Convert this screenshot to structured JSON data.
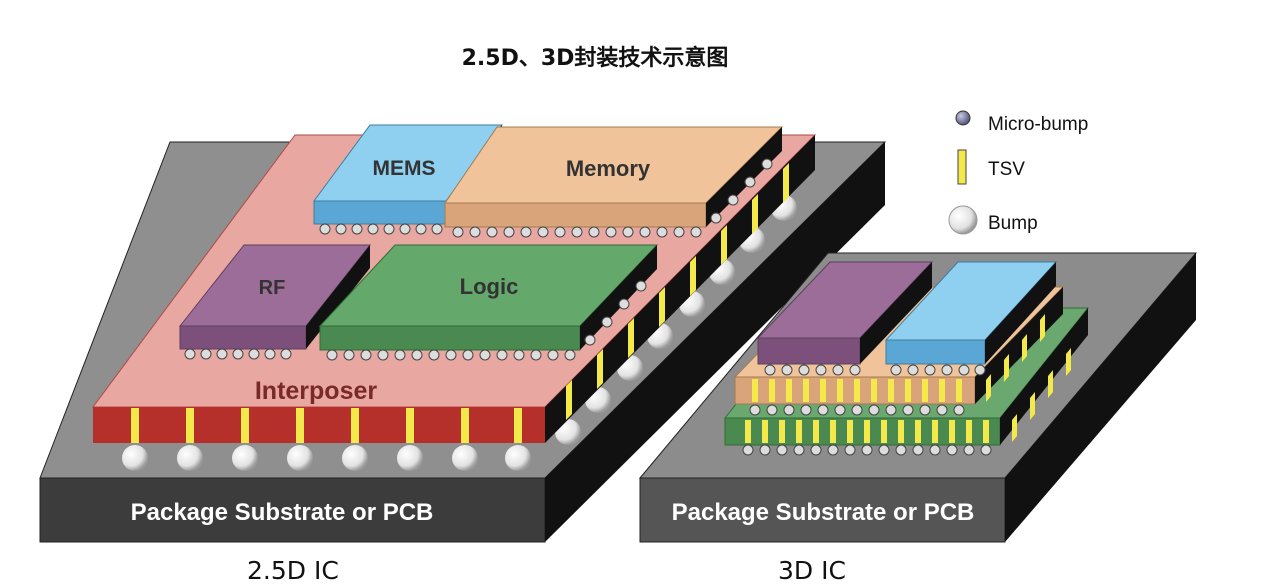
{
  "title": "2.5D、3D封装技术示意图",
  "left": {
    "caption": "2.5D IC",
    "substrate_label": "Package Substrate or PCB",
    "interposer_label": "Interposer",
    "chips": {
      "mems": "MEMS",
      "memory": "Memory",
      "rf": "RF",
      "logic": "Logic"
    }
  },
  "right": {
    "caption": "3D IC",
    "substrate_label": "Package Substrate or PCB"
  },
  "legend": [
    {
      "label": "Micro-bump",
      "icon": "micro-bump-icon"
    },
    {
      "label": "TSV",
      "icon": "tsv-icon"
    },
    {
      "label": "Bump",
      "icon": "bump-icon"
    }
  ],
  "colors": {
    "substrate_front": "#3d3d3d",
    "substrate_top": "#8e8e8e",
    "substrate_side": "#111111",
    "interposer_top": "#e8a5a0",
    "interposer_front": "#b8312b",
    "interposer_side": "#111111",
    "mems": "#8fd0f0",
    "memory": "#f0c39a",
    "rf": "#9b6d98",
    "logic": "#5fa266",
    "tsv": "#f4e94a",
    "bump": "#ececec"
  }
}
